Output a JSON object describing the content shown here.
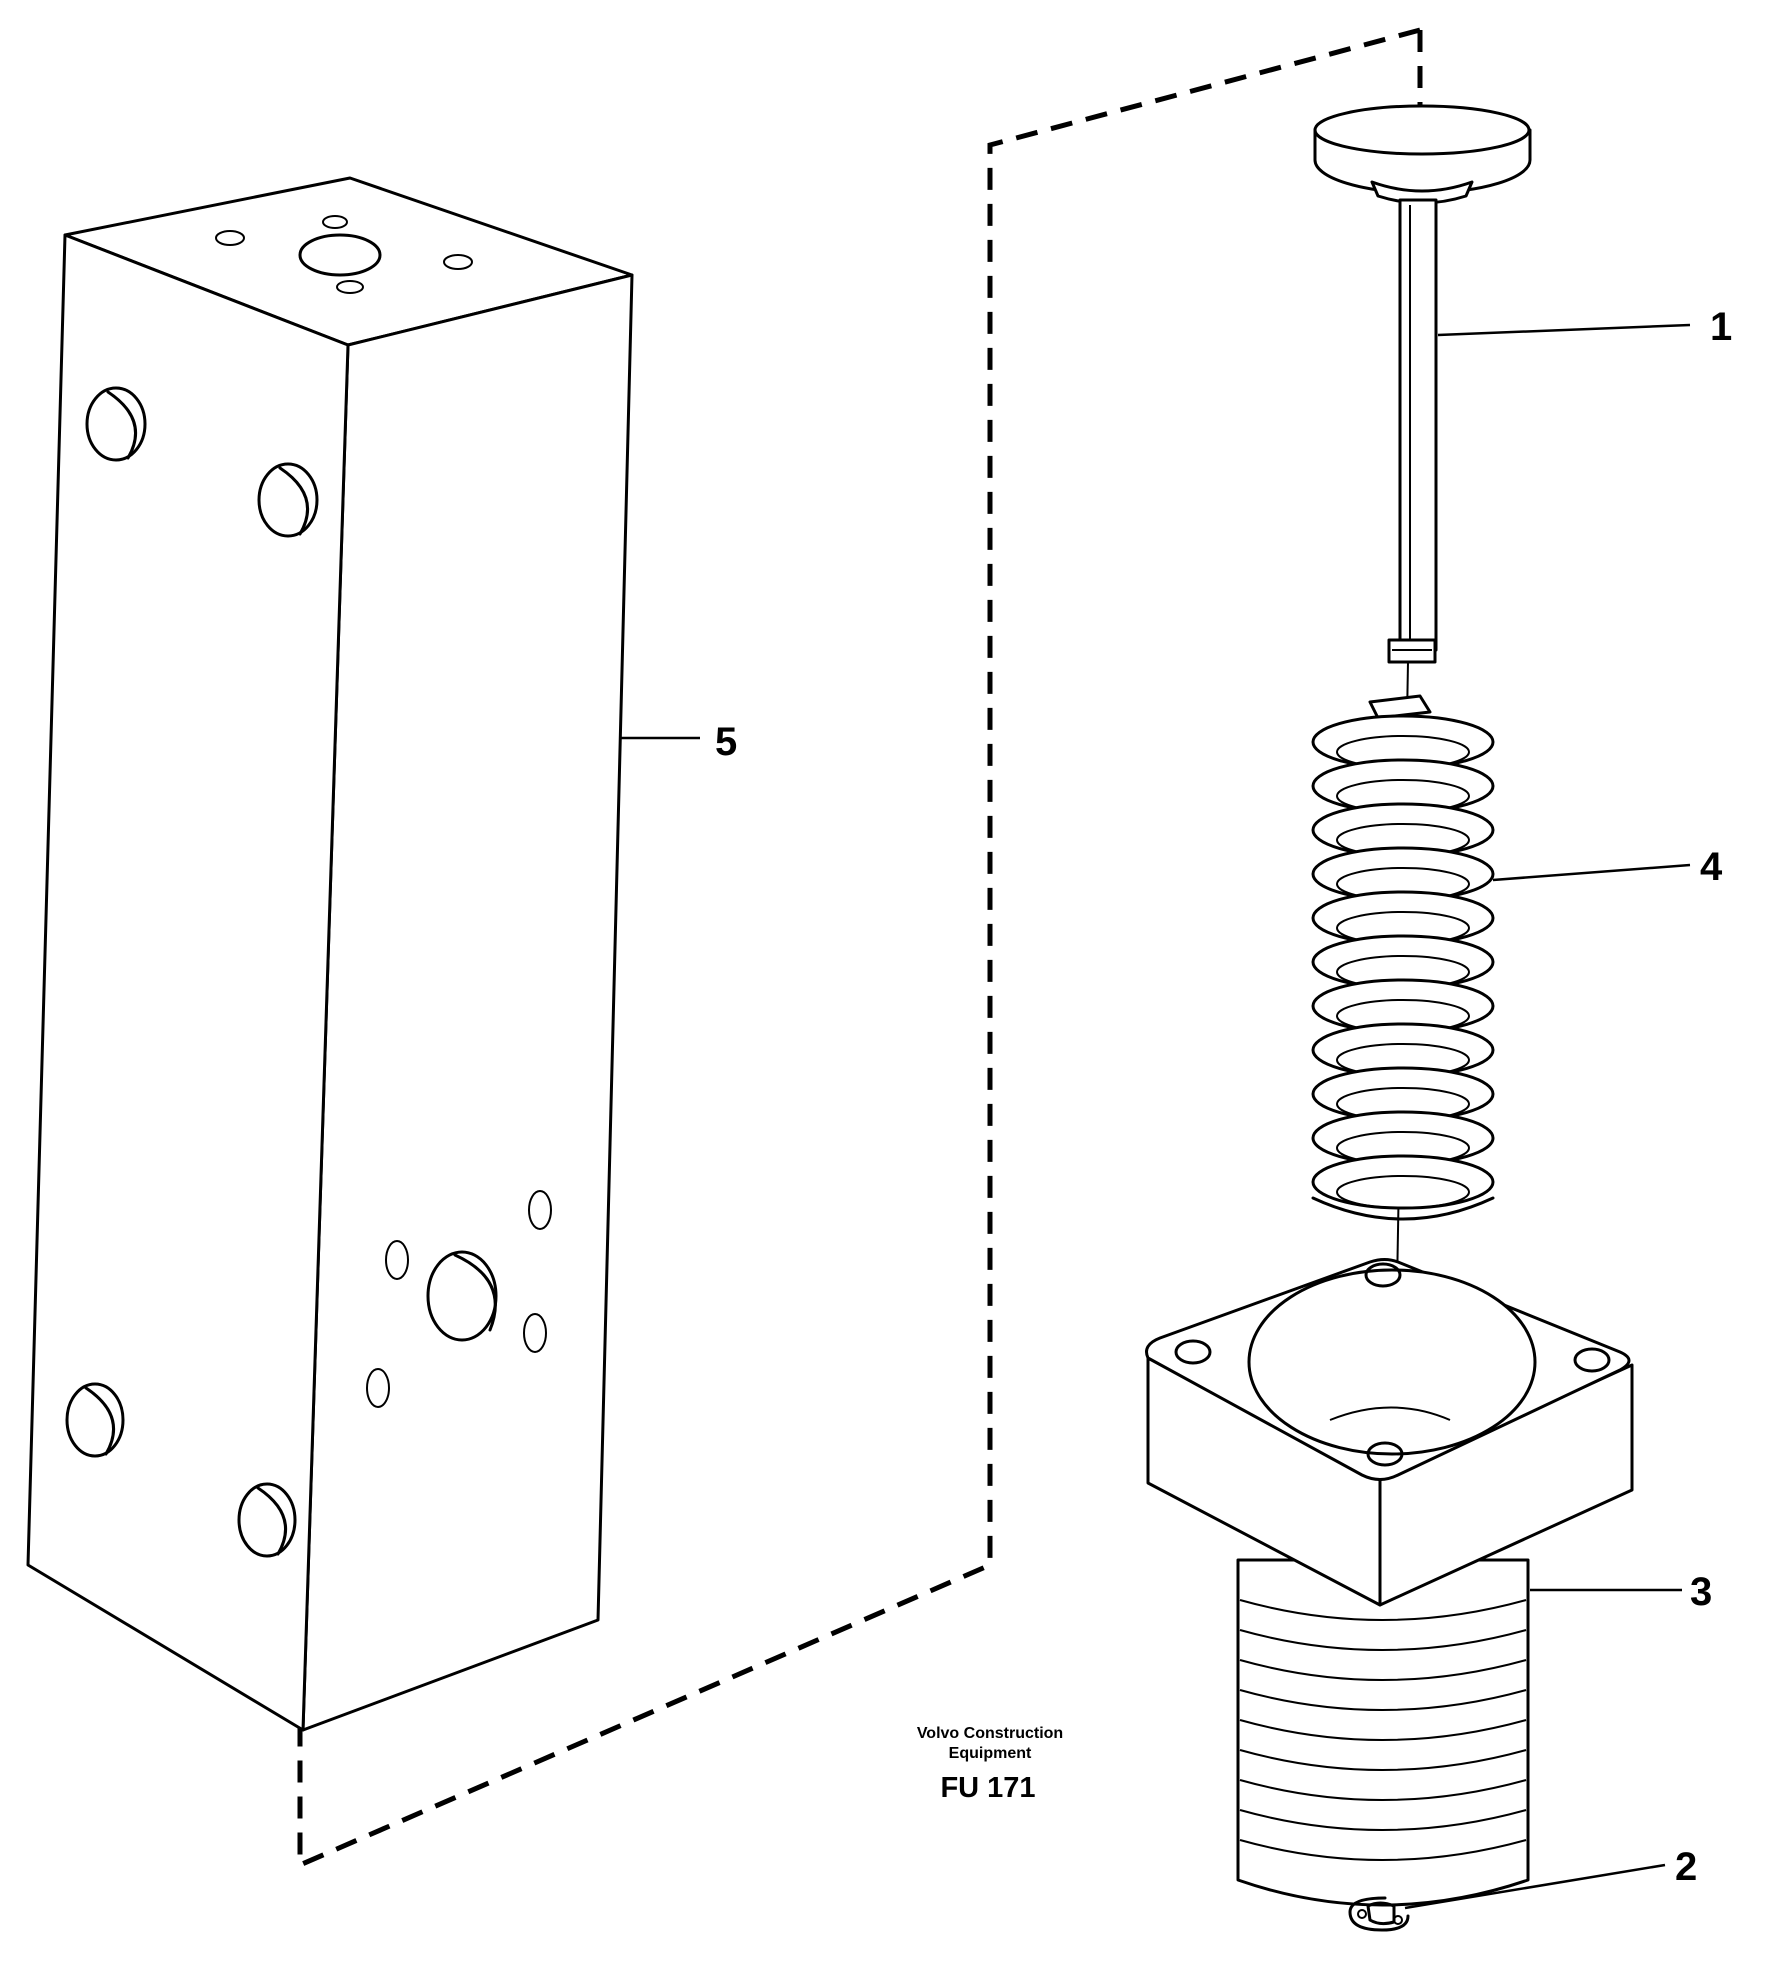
{
  "callouts": [
    {
      "id": "1",
      "label": "1"
    },
    {
      "id": "2",
      "label": "2"
    },
    {
      "id": "3",
      "label": "3"
    },
    {
      "id": "4",
      "label": "4"
    },
    {
      "id": "5",
      "label": "5"
    }
  ],
  "caption": {
    "line1": "Volvo Construction",
    "line2": "Equipment",
    "code": "FU 171"
  }
}
